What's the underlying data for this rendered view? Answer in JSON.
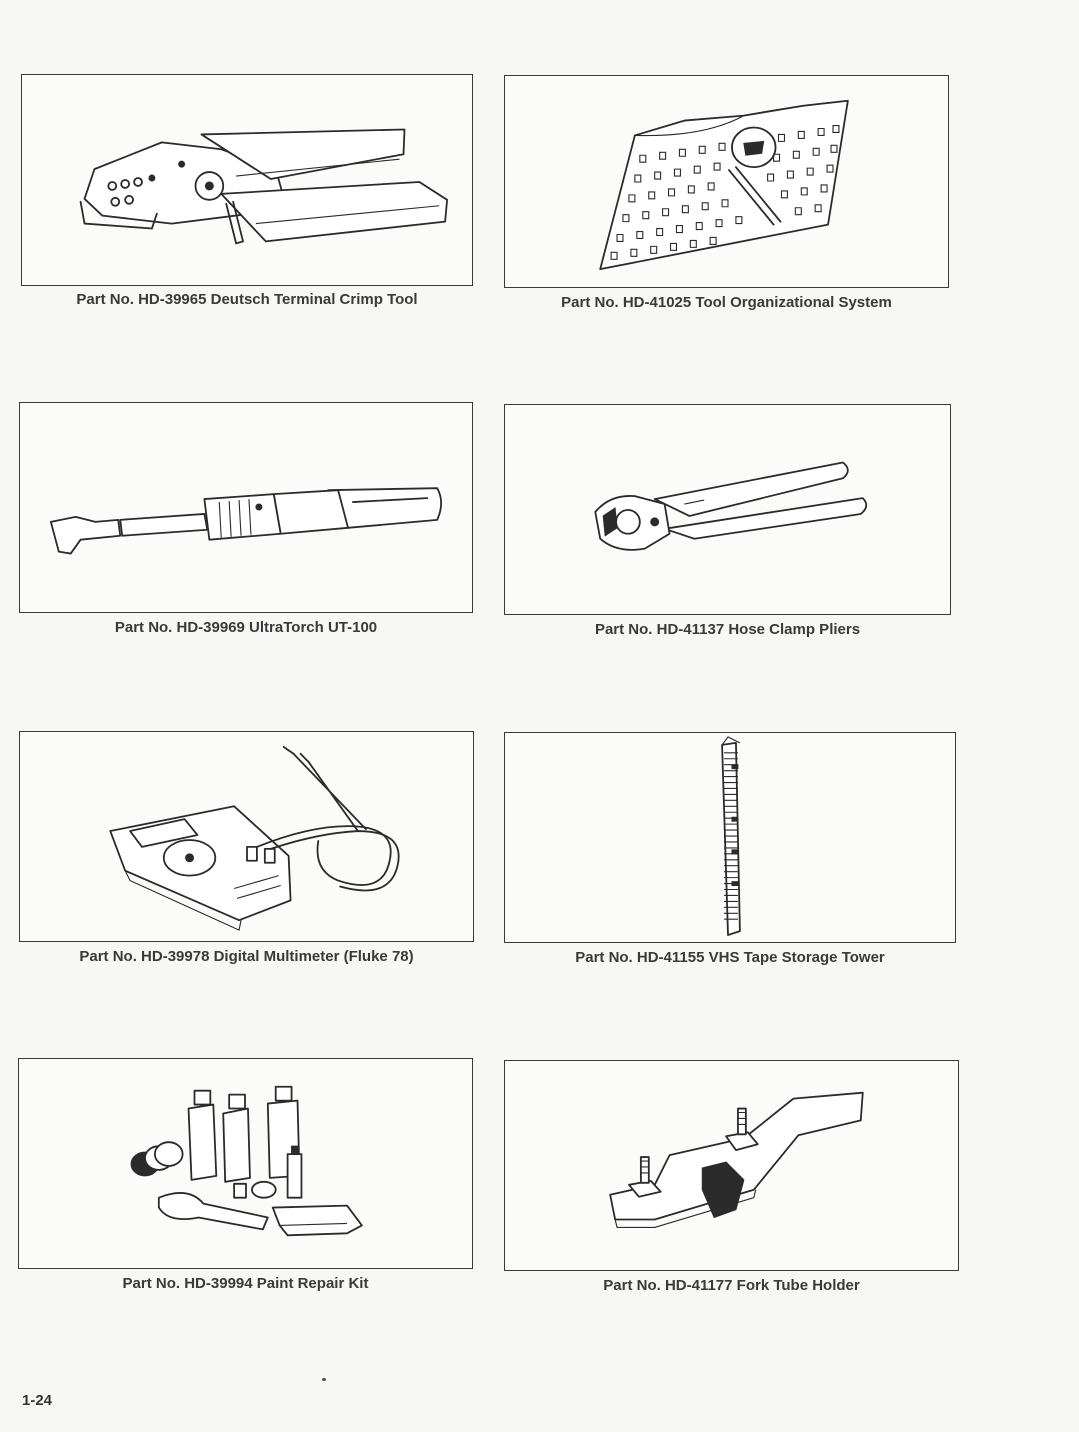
{
  "figures": [
    {
      "caption": "Part No. HD-39965 Deutsch Terminal Crimp Tool",
      "icon": "crimp-tool-drawing"
    },
    {
      "caption": "Part No. HD-41025 Tool Organizational System",
      "icon": "pegboard-drawing"
    },
    {
      "caption": "Part No. HD-39969 UltraTorch UT-100",
      "icon": "torch-drawing"
    },
    {
      "caption": "Part No. HD-41137 Hose Clamp Pliers",
      "icon": "pliers-drawing"
    },
    {
      "caption": "Part No. HD-39978 Digital Multimeter (Fluke 78)",
      "icon": "multimeter-drawing"
    },
    {
      "caption": "Part No. HD-41155 VHS Tape Storage Tower",
      "icon": "tape-tower-drawing"
    },
    {
      "caption": "Part No. HD-39994 Paint Repair Kit",
      "icon": "paint-kit-drawing"
    },
    {
      "caption": "Part No. HD-41177 Fork Tube Holder",
      "icon": "fork-holder-drawing"
    }
  ],
  "page_number": "1-24"
}
